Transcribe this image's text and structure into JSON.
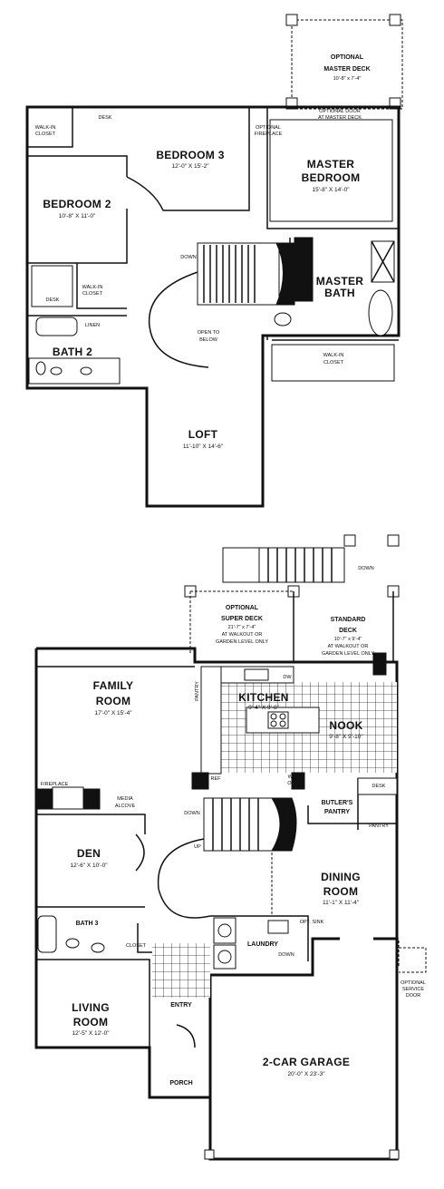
{
  "upper_floor": {
    "optional_master_deck": {
      "line1": "OPTIONAL",
      "line2": "MASTER DECK",
      "dim": "10'-8\" x 7'-4\""
    },
    "optional_door": {
      "line1": "OPTIONAL DOOR",
      "line2": "AT MASTER DECK"
    },
    "optional_fireplace": {
      "line1": "OPTIONAL",
      "line2": "FIREPLACE"
    },
    "walk_in_closet_1": {
      "line1": "WALK-IN",
      "line2": "CLOSET"
    },
    "desk_top": "DESK",
    "bedroom3": {
      "name": "BEDROOM 3",
      "dim": "12'-0\" X 15'-2\""
    },
    "master_bedroom": {
      "line1": "MASTER",
      "line2": "BEDROOM",
      "dim": "15'-8\" X 14'-0\""
    },
    "bedroom2": {
      "name": "BEDROOM 2",
      "dim": "10'-8\" X 11'-0\""
    },
    "down_upper": "DOWN",
    "walk_in_closet_2": {
      "line1": "WALK-IN",
      "line2": "CLOSET"
    },
    "desk_left": "DESK",
    "linen": "LINEN",
    "master_bath": {
      "line1": "MASTER",
      "line2": "BATH"
    },
    "open_to_below": {
      "line1": "OPEN TO",
      "line2": "BELOW"
    },
    "bath2": "BATH 2",
    "walk_in_closet_3": {
      "line1": "WALK-IN",
      "line2": "CLOSET"
    },
    "loft": {
      "name": "LOFT",
      "dim": "11'-10\" X 14'-6\""
    }
  },
  "main_floor": {
    "down_deck": "DOWN",
    "optional_super_deck": {
      "line1": "OPTIONAL",
      "line2": "SUPER DECK",
      "dim": "21'-7\" x 7'-4\"",
      "note1": "AT WALKOUT OR",
      "note2": "GARDEN LEVEL ONLY"
    },
    "standard_deck": {
      "line1": "STANDARD",
      "line2": "DECK",
      "dim": "10'-7\" x 9'-4\"",
      "note1": "AT WALKOUT OR",
      "note2": "GARDEN LEVEL ONLY"
    },
    "dw": "DW",
    "family_room": {
      "line1": "FAMILY",
      "line2": "ROOM",
      "dim": "17'-0\" X 15'-4\""
    },
    "pantry_left": "PANTRY",
    "kitchen": {
      "name": "KITCHEN",
      "dim": "9'-4\" X 9'-8\""
    },
    "nook": {
      "name": "NOOK",
      "dim": "9'-8\" X 9'-10\""
    },
    "ref": "REF",
    "wall_oven": {
      "line1": "WALL",
      "line2": "OVEN"
    },
    "desk": "DESK",
    "fireplace": "FIREPLACE",
    "media_alcove": {
      "line1": "MEDIA",
      "line2": "ALCOVE"
    },
    "butlers_pantry": {
      "line1": "BUTLER'S",
      "line2": "PANTRY"
    },
    "pantry": "PANTRY",
    "down_stair": "DOWN",
    "up_stair": "UP",
    "den": {
      "name": "DEN",
      "dim": "12'-6\" X 10'-0\""
    },
    "dining_room": {
      "line1": "DINING",
      "line2": "ROOM",
      "dim": "11'-1\" X 11'-4\""
    },
    "bath3": "BATH 3",
    "closet": "CLOSET",
    "opt_sink": "OPT. SINK",
    "laundry": "LAUNDRY",
    "down_laundry": "DOWN",
    "optional_service_door": {
      "line1": "OPTIONAL",
      "line2": "SERVICE",
      "line3": "DOOR"
    },
    "living_room": {
      "line1": "LIVING",
      "line2": "ROOM",
      "dim": "12'-5\" X 12'-0\""
    },
    "entry": "ENTRY",
    "garage": {
      "name": "2-CAR GARAGE",
      "dim": "20'-0\" X 23'-3\""
    },
    "porch": "PORCH"
  }
}
